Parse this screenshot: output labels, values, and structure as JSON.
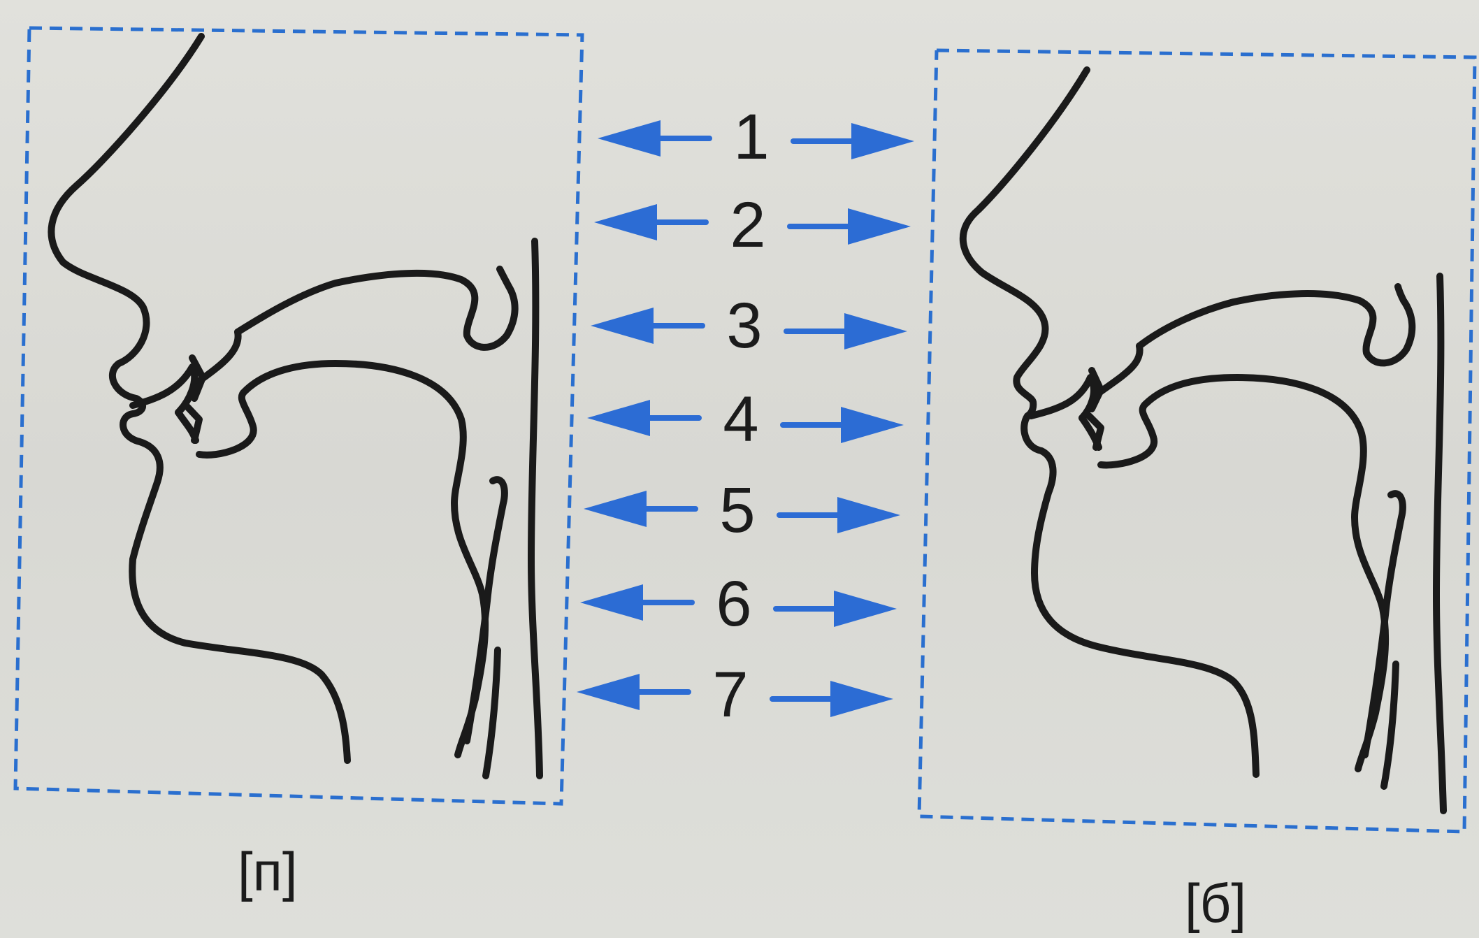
{
  "numbers": [
    "1",
    "2",
    "3",
    "4",
    "5",
    "6",
    "7"
  ],
  "left_caption": "[п]",
  "right_caption": "[б]",
  "colors": {
    "arrow": "#2c6cd4",
    "frame": "#2a6fcf",
    "outline": "#1a1a1a"
  }
}
